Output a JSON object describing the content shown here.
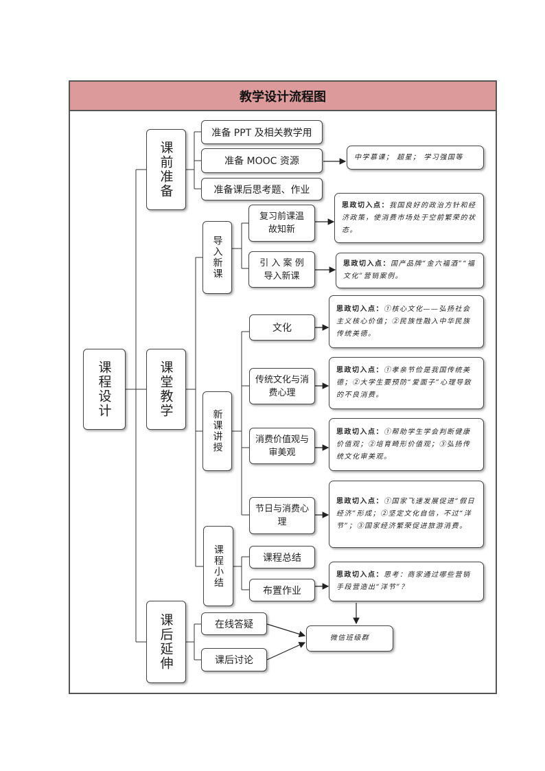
{
  "title": "教学设计流程图",
  "root": "课程设计",
  "phases": {
    "pre": "课前准备",
    "class": "课堂教学",
    "post": "课后延伸"
  },
  "sub_phases": {
    "intro": "导入新课",
    "lecture": "新课讲授",
    "summary": "课程小结"
  },
  "pre_items": [
    "准备 PPT 及相关教学用",
    "准备 MOOC 资源",
    "准备课后思考题、作业"
  ],
  "intro_items": [
    "复习前课温故知新",
    "引 入 案 例 导入新课"
  ],
  "lecture_items": [
    "文化",
    "传统文化与消费心理",
    "消费价值观与审美观",
    "节日与消费心理"
  ],
  "summary_items": [
    "课程总结",
    "布置作业"
  ],
  "post_items": [
    "在线答疑",
    "课后讨论"
  ],
  "notes": {
    "mooc": "中学慕课；  超星；  学习强国等",
    "label": "思政切入点：",
    "intro1": "我国良好的政治方针和经济政策，使消费市场处于空前繁荣的状态。",
    "intro2": "国产品牌“金六福酒”“福文化”营销案例。",
    "culture": "①核心文化——弘扬社会主义核心价值；②民族性融入中华民族传统美德。",
    "traditional": "①孝亲节俭是我国传统美德；②大学生要预防“爱面子”心理导致的不良消费。",
    "values": "①帮助学生学会判断健康价值观；②培育畸形价值观；③弘扬传统文化审美观。",
    "festival": "①国家飞速发展促进“假日经济”形成；②坚定文化自信，不过“洋节”；③国家经济繁荣促进旅游消费。",
    "homework": "思考：商家通过哪些营销手段营造出“洋节”？",
    "wechat": "微信班级群"
  }
}
